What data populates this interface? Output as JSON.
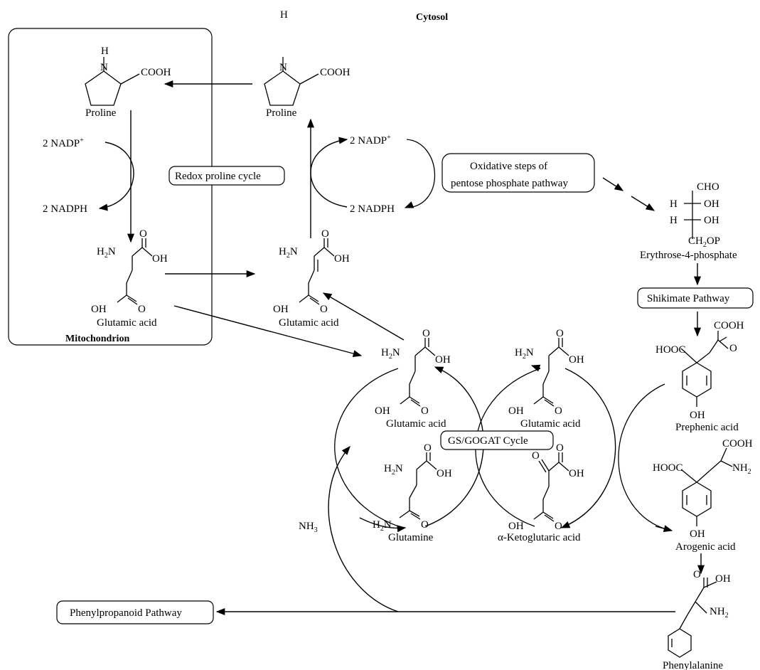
{
  "labels": {
    "cytosol": "Cytosol",
    "mitochondrion": "Mitochondrion",
    "proline": "Proline",
    "cooh": "COOH",
    "nh_n": "N",
    "nh_h": "H",
    "nadp": "2 NADP",
    "nadp_sup": "+",
    "nadph": "2 NADPH",
    "redox_cycle": "Redox proline cycle",
    "oxidative_line1": "Oxidative steps of",
    "oxidative_line2": "pentose phosphate pathway",
    "h2n": "H",
    "h2n_sub": "2",
    "h2n_n": "N",
    "oh": "OH",
    "o": "O",
    "glutamic_acid": "Glutamic acid",
    "glutamine": "Glutamine",
    "keto": "α-Ketoglutaric acid",
    "gs_gogat": "GS/GOGAT Cycle",
    "nh3": "NH",
    "nh3_sub": "3",
    "cho": "CHO",
    "h_c_oh": "H- C -OH",
    "ch2op": "CH",
    "ch2op_sub": "2",
    "ch2op_tail": "OP",
    "erythrose": "Erythrose-4-phosphate",
    "shikimate": "Shikimate Pathway",
    "hooc": "HOOC",
    "prephenic": "Prephenic acid",
    "arogenic": "Arogenic acid",
    "nh2": "NH",
    "nh2_sub": "2",
    "phenylalanine": "Phenylalanine",
    "phenylpropanoid": "Phenylpropanoid Pathway"
  }
}
